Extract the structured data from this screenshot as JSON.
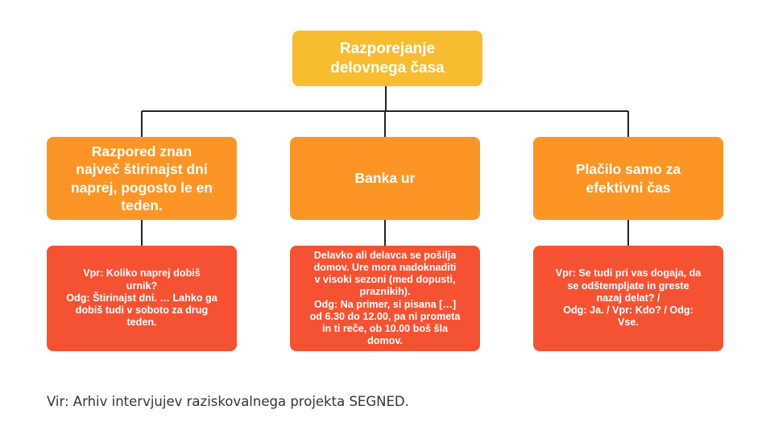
{
  "root": {
    "text": "Razporejanje\ndelovnega časa"
  },
  "branches": [
    {
      "title": "Razpored znan\nnajveč štirinajst dni\nnaprej, pogosto le en\nteden.",
      "detail": "Vpr: Koliko naprej dobiš\nurnik?\nOdg: Štirinajst dni. … Lahko ga\ndobiš tudi v soboto za drug\nteden."
    },
    {
      "title": "Banka ur",
      "detail": "Delavko ali delavca se pošilja\ndomov. Ure mora nadoknaditi\nv visoki sezoni (med dopusti,\npraznikih).\nOdg: Na primer, si pisana […]\nod 6.30 do 12.00, pa ni prometa\nin ti reče, ob 10.00 boš šla\ndomov."
    },
    {
      "title": "Plačilo samo za\nefektivni čas",
      "detail": "Vpr: Se tudi pri vas dogaja, da\nse odštempljate in greste\nnazaj delat? /\nOdg: Ja. / Vpr: Kdo? / Odg:\nVse."
    }
  ],
  "source": "Vir: Arhiv intervjujev raziskovalnega projekta SEGNED.",
  "colors": {
    "root": "#F7BC2F",
    "level1": "#FB9526",
    "level2": "#F55233",
    "connector": "#222222"
  }
}
